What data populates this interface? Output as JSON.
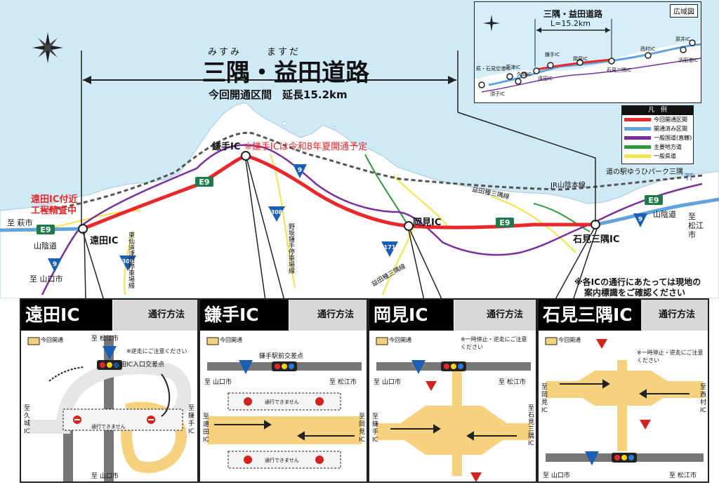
{
  "title": {
    "ruby_left": "みすみ",
    "ruby_right": "ますだ",
    "main": "三隅・益田道路",
    "subtitle": "今回開通区間　延長15.2km"
  },
  "notes": {
    "kamate_open": "※鎌手ICは令和8年夏開通予定",
    "toda_construction_1": "遠田IC付近",
    "toda_construction_2": "工程精査中",
    "ic_confirm_1": "※各ICの通行にあたっては現地の",
    "ic_confirm_2": "案内標識をご確認ください"
  },
  "interchanges": {
    "toda": "遠田IC",
    "kamate": "鎌手IC",
    "okami": "岡見IC",
    "iwami_misumi": "石見三隅IC"
  },
  "destinations": {
    "hagi": "至 萩市",
    "yamaguchi": "至 山口市",
    "matsue_1": "至",
    "matsue_2": "松江",
    "matsue_3": "市"
  },
  "roads": {
    "e9": "E9",
    "r9": "9",
    "r308": "308",
    "r309": "309",
    "r171": "171",
    "sanin_left": "山陰道",
    "sanin_right": "山陰道",
    "jr": "JR山陰本線",
    "masuda_misumi_1": "益田種三隅線",
    "masuda_misumi_2": "益田種三隅線",
    "higashi_sendzu": "東仙道津田停車場線",
    "nomura": "野坂鎌手停車場線"
  },
  "landmarks": {
    "michi_no_eki": "道の駅ゆうひパーク三隅"
  },
  "legend": {
    "title": "凡　例",
    "items": [
      {
        "label": "今回開通区間",
        "color": "#e8282a"
      },
      {
        "label": "開通済み区間",
        "color": "#62a3dc"
      },
      {
        "label": "一般国道(直轄)",
        "color": "#7b2f9e"
      },
      {
        "label": "主要地方道",
        "color": "#2e9a3c"
      },
      {
        "label": "一般県道",
        "color": "#f3e24a"
      }
    ]
  },
  "inset": {
    "label": "広域図",
    "title": "三隅・益田道路",
    "length": "L=15.2km",
    "ics": [
      "原井IC",
      "西村IC",
      "浜田港IC",
      "石見三隅IC",
      "岡見IC",
      "鎌手IC",
      "遠田IC",
      "久城IC",
      "高津IC",
      "萩・石見空港IC",
      "須子IC"
    ]
  },
  "panels": [
    {
      "name": "遠田IC",
      "method": "通行方法",
      "legend": "今回開通",
      "note": "※逆走にご注意ください",
      "intersection": "遠田IC入口交差点",
      "north": "至 松江市",
      "south": "至 山口市",
      "left": "至久城IC",
      "right": "至鎌手IC",
      "closed": "通行できません"
    },
    {
      "name": "鎌手IC",
      "method": "通行方法",
      "legend": "今回開通",
      "intersection": "鎌手駅前交差点",
      "west": "至 山口市",
      "east": "至 松江市",
      "left": "至遠田IC",
      "right": "至岡見IC",
      "closed": "通行できません"
    },
    {
      "name": "岡見IC",
      "method": "通行方法",
      "legend": "今回開通",
      "note": "※一時停止・逆走にご注意ください",
      "west": "至 山口市",
      "east": "至 松江市",
      "left": "至鎌手IC",
      "right": "至石見三隅IC"
    },
    {
      "name": "石見三隅IC",
      "method": "通行方法",
      "legend": "今回開通",
      "note": "※一時停止・逆走にご注意ください",
      "west": "至 山口市",
      "east": "至 松江市",
      "left": "至岡見IC",
      "right": "至西村IC"
    }
  ],
  "signs": {
    "stop": "止まれ"
  }
}
